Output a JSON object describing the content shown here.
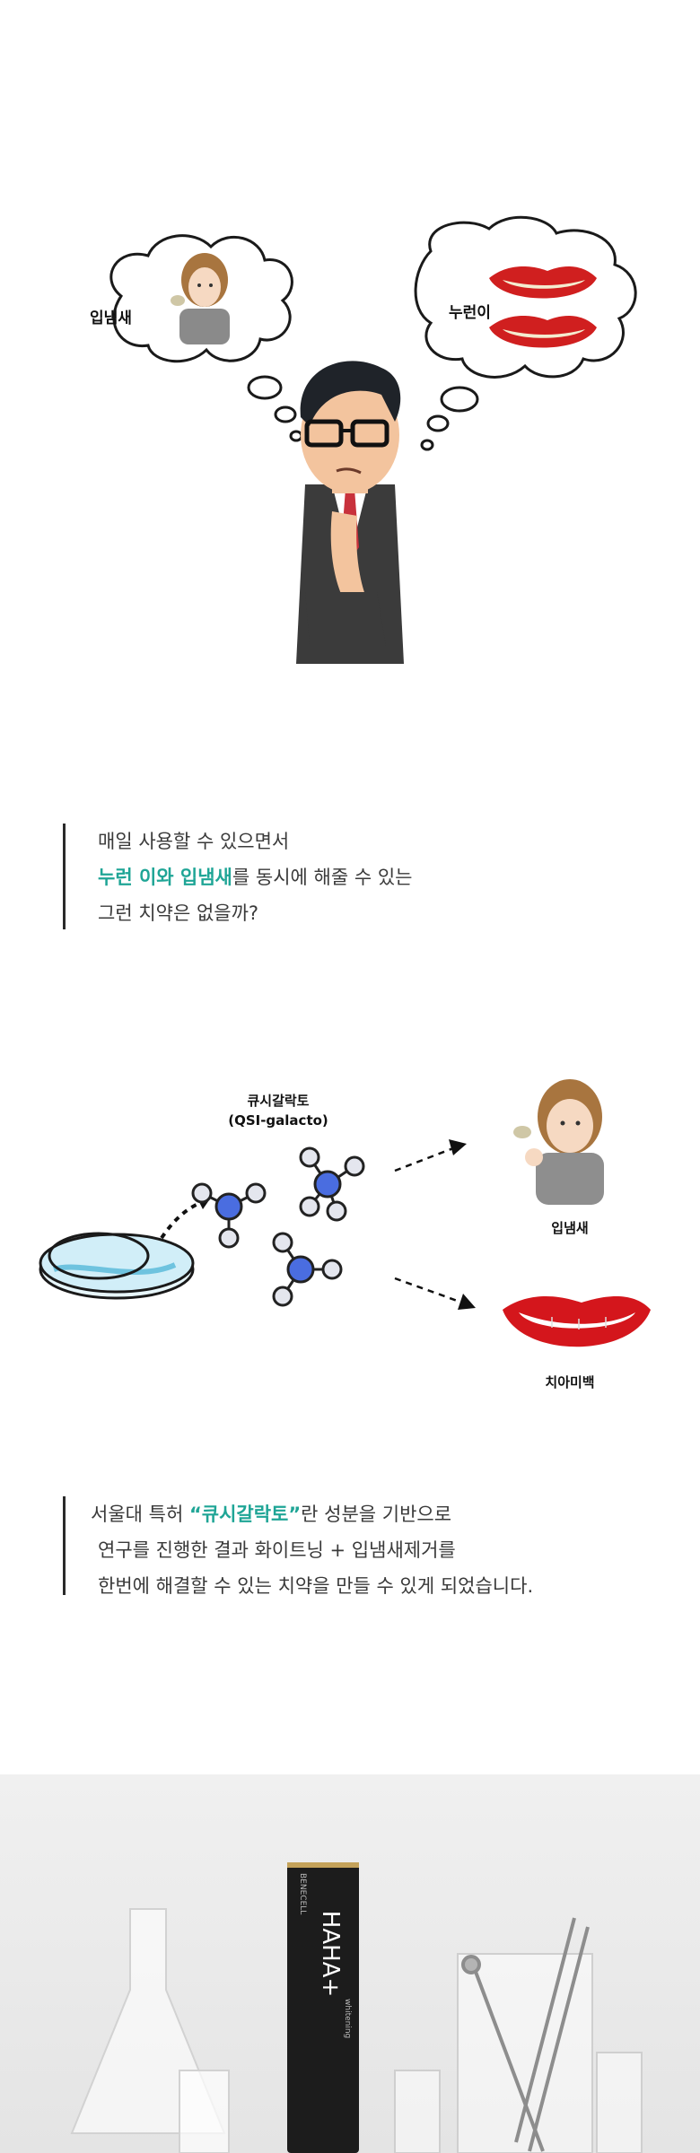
{
  "scene1": {
    "bubble_left_label": "입냄새",
    "bubble_right_label": "누런이"
  },
  "quote1": {
    "line1": "매일 사용할 수 있으면서",
    "line2_hl1": "누런 이와 입냄새",
    "line2_rest": "를 동시에 해줄 수 있는",
    "line3": "그런 치약은 없을까?"
  },
  "diagram": {
    "compound_name": "큐시갈락토",
    "compound_name_en": "(QSI-galacto)",
    "result_top_label": "입냄새",
    "result_bottom_label": "치아미백"
  },
  "quote2": {
    "line1_pre": "서울대 특허 ",
    "line1_hl": "“큐시갈락토”",
    "line1_post": "란 성분을 기반으로",
    "line2": "연구를 진행한 결과 화이트닝 + 입냄새제거를",
    "line3": "한번에 해결할 수 있는 치약을 만들 수 있게 되었습니다."
  },
  "product": {
    "brand": "BENECELL",
    "name": "HAHA+",
    "tag": "whitening",
    "colors": {
      "tube": "#1c1c1c",
      "band": "#c4a25a"
    }
  }
}
